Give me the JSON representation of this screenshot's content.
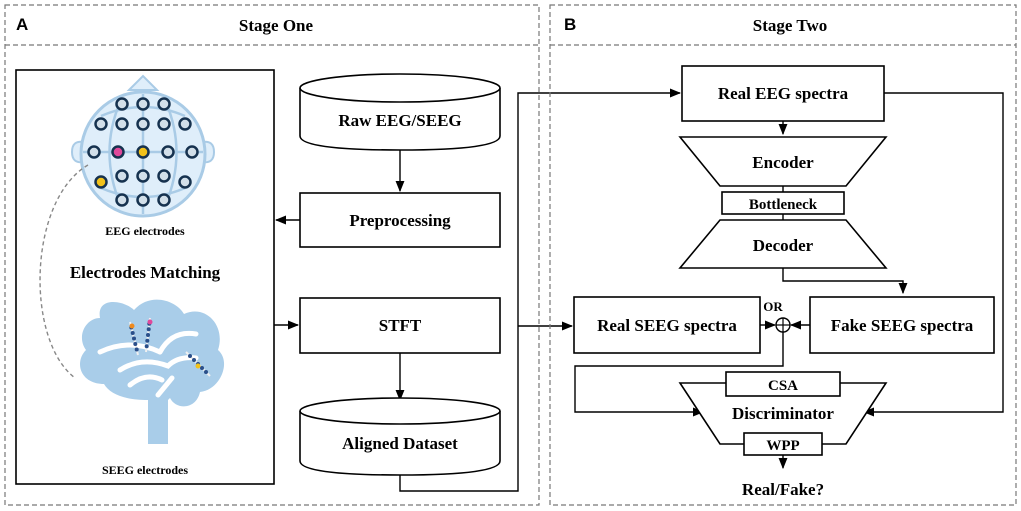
{
  "stage_one": {
    "panel_letter": "A",
    "title": "Stage One",
    "electrodes": {
      "eeg_label": "EEG electrodes",
      "matching_label": "Electrodes Matching",
      "seeg_label": "SEEG electrodes"
    },
    "nodes": {
      "raw": "Raw EEG/SEEG",
      "preprocessing": "Preprocessing",
      "stft": "STFT",
      "aligned": "Aligned Dataset"
    }
  },
  "stage_two": {
    "panel_letter": "B",
    "title": "Stage Two",
    "nodes": {
      "real_eeg": "Real EEG spectra",
      "encoder": "Encoder",
      "bottleneck": "Bottleneck",
      "decoder": "Decoder",
      "real_seeg": "Real SEEG spectra",
      "fake_seeg": "Fake SEEG spectra",
      "or_label": "OR",
      "csa": "CSA",
      "discriminator": "Discriminator",
      "wpp": "WPP",
      "output": "Real/Fake?"
    }
  },
  "colors": {
    "head_fill": "#dfeefa",
    "head_stroke": "#a9cbe6",
    "brain_fill": "#a9cde9",
    "electrode_fill": "#d2dfe9",
    "electrode_stroke": "#16324f",
    "electrode_highlight_magenta": "#e0489a",
    "electrode_highlight_yellow": "#f2c21b"
  }
}
